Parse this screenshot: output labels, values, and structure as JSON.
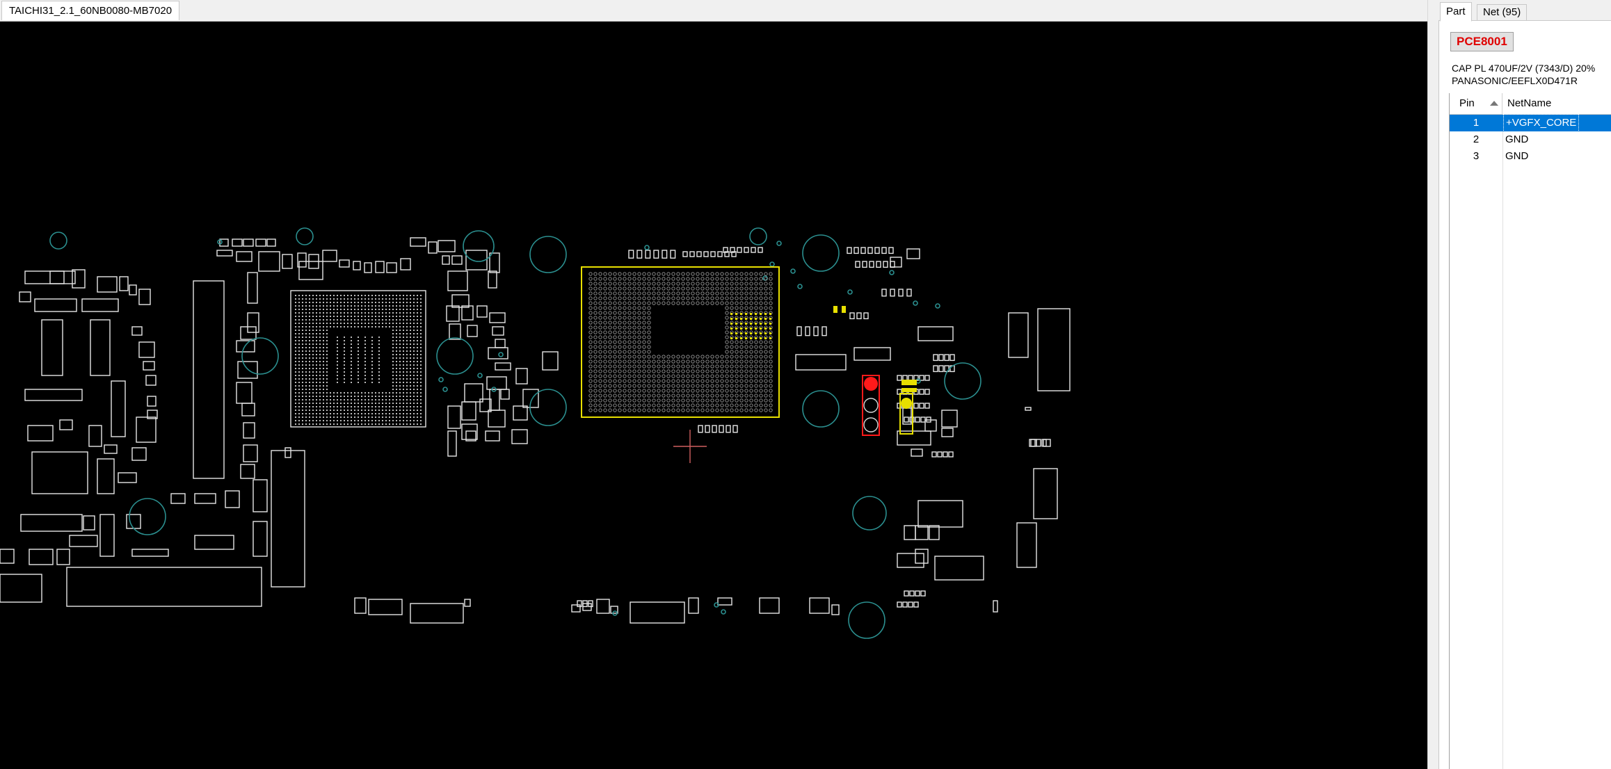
{
  "document_tab": {
    "label": "TAICHI31_2.1_60NB0080-MB7020"
  },
  "panel": {
    "tabs": [
      {
        "label": "Part",
        "active": true
      },
      {
        "label": "Net (95)",
        "active": false
      }
    ],
    "part": {
      "designator": "PCE8001",
      "designator_color": "#e00000",
      "description_line1": "CAP PL 470UF/2V (7343/D) 20%",
      "description_line2": "PANASONIC/EEFLX0D471R"
    },
    "pin_table": {
      "columns": {
        "pin": "Pin",
        "net": "NetName"
      },
      "sort_icon": "sort-ascending-icon",
      "rows": [
        {
          "pin": "1",
          "net": "+VGFX_CORE",
          "selected": true
        },
        {
          "pin": "2",
          "net": "GND",
          "selected": false
        },
        {
          "pin": "3",
          "net": "GND",
          "selected": false
        }
      ],
      "selection_color": "#0078d7"
    }
  },
  "board": {
    "background": "#000000",
    "outline_color": "#e6e6e6",
    "via_color": "#2b8f8f",
    "highlight_color": "#e8e000",
    "selected_part_color": "#ff1a1a",
    "cursor_icon": "crosshair-icon"
  }
}
